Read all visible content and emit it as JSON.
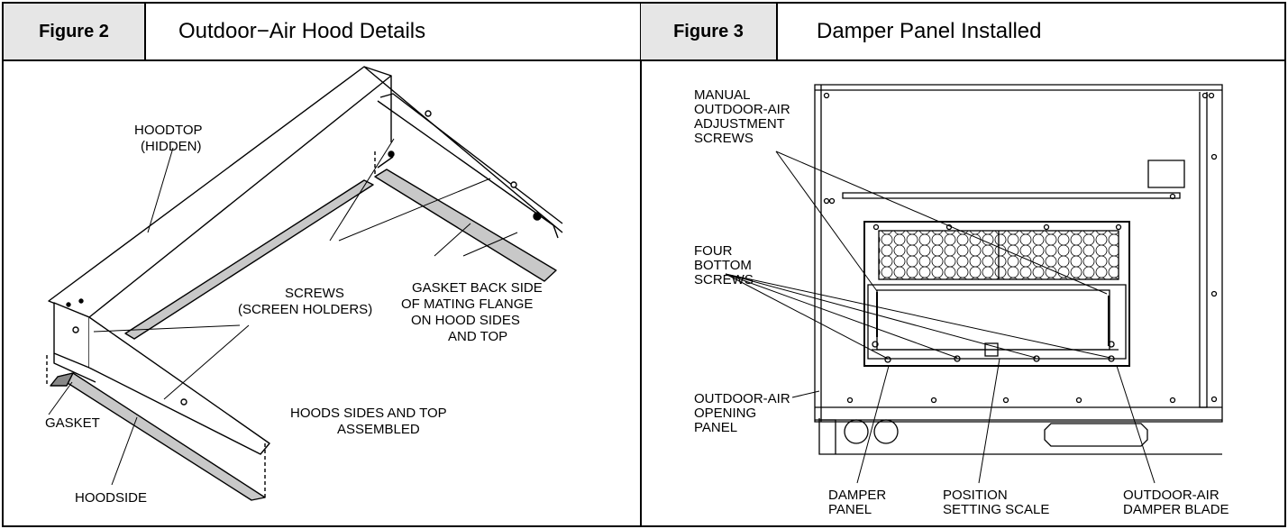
{
  "figure2": {
    "tag": "Figure 2",
    "title": "Outdoor−Air Hood Details",
    "labels": {
      "hood_top_1": "HOODTOP",
      "hood_top_2": "(HIDDEN)",
      "screws_1": "SCREWS",
      "screws_2": "(SCREEN HOLDERS)",
      "gasket_back_1": "GASKET BACK SIDE",
      "gasket_back_2": "OF MATING FLANGE",
      "gasket_back_3": "ON HOOD SIDES",
      "gasket_back_4": "AND TOP",
      "assembled_1": "HOODS SIDES AND TOP",
      "assembled_2": "ASSEMBLED",
      "gasket": "GASKET",
      "hood_side": "HOODSIDE"
    }
  },
  "figure3": {
    "tag": "Figure 3",
    "title": "Damper Panel Installed",
    "labels": {
      "manual_1": "MANUAL",
      "manual_2": "OUTDOOR-AIR",
      "manual_3": "ADJUSTMENT",
      "manual_4": "SCREWS",
      "four_1": "FOUR",
      "four_2": "BOTTOM",
      "four_3": "SCREWS",
      "opening_1": "OUTDOOR-AIR",
      "opening_2": "OPENING",
      "opening_3": "PANEL",
      "damper_panel_1": "DAMPER",
      "damper_panel_2": "PANEL",
      "position_1": "POSITION",
      "position_2": "SETTING SCALE",
      "blade_1": "OUTDOOR-AIR",
      "blade_2": "DAMPER BLADE"
    }
  }
}
